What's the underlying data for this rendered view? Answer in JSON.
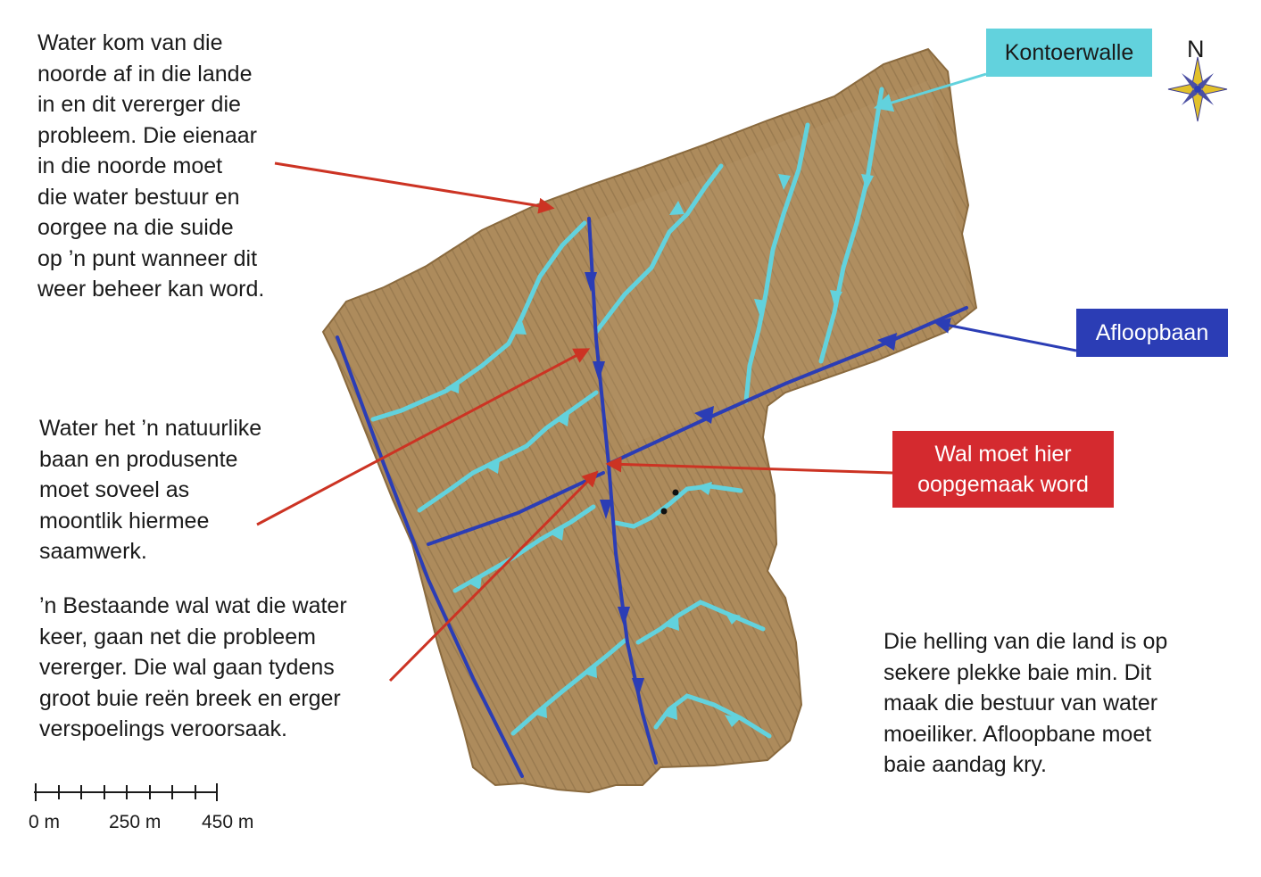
{
  "colors": {
    "field": "#ad8b5c",
    "field_dark": "#8f7048",
    "contour": "#62d2dd",
    "drainage": "#2b3db5",
    "callout_arrow": "#cc3323",
    "contour_label_bg": "#62d2dd",
    "drainage_label_bg": "#2b3db5",
    "breach_label_bg": "#d42a2f"
  },
  "annotations": {
    "north_water": "Water kom van die\nnoorde af in die lande\nin en dit vererger die\nprobleem. Die eienaar\nin die noorde moet\ndie water bestuur en\noorgee na die suide\nop ’n punt wanneer dit\nweer beheer kan word.",
    "natural_path": "Water het ’n natuurlike\nbaan en produsente\nmoet soveel as\nmoontlik hiermee\nsaamwerk.",
    "existing_wall": "’n Bestaande wal wat die water\nkeer, gaan net die probleem\nvererger. Die wal gaan tydens\ngroot buie reën breek en erger\nverspoelings veroorsaak.",
    "slope": "Die helling van die land is op\nsekere plekke baie min. Dit\nmaak die bestuur van water\nmoeiliker. Afloopbane moet\nbaie aandag kry."
  },
  "legend": {
    "contour_walls": "Kontoerwalle",
    "drainage_channel": "Afloopbaan",
    "breach_point": "Wal moet hier\noopgemaak word"
  },
  "compass": {
    "label": "N",
    "icon": "compass-rose-icon"
  },
  "scale_bar": {
    "labels": [
      "0 m",
      "250 m",
      "450 m"
    ],
    "divisions": 9
  }
}
